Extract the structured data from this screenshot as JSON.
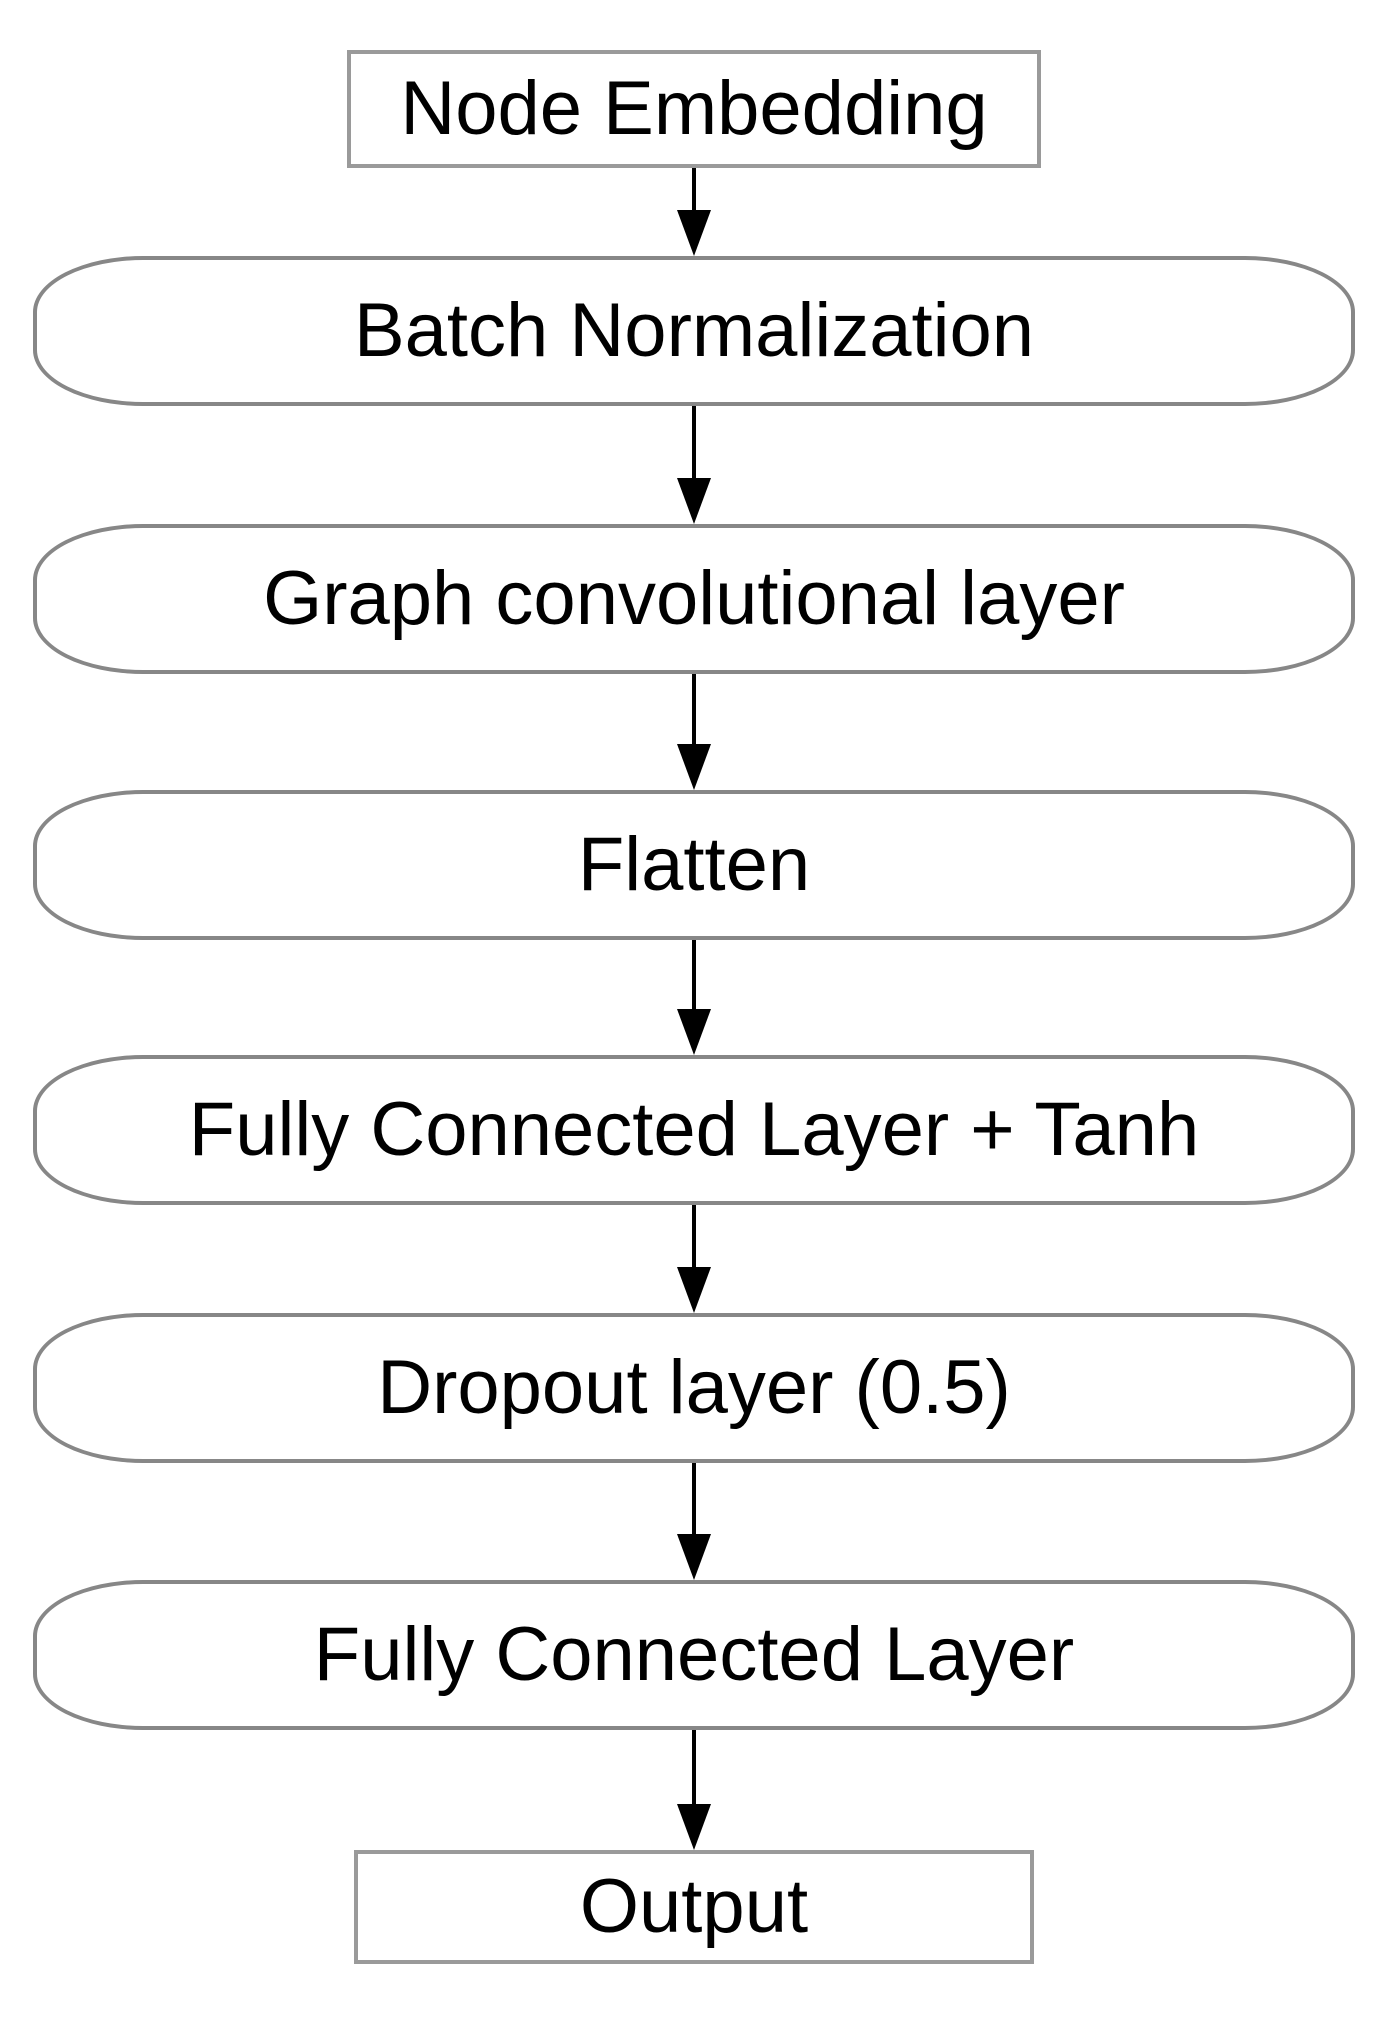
{
  "diagram": {
    "type": "flowchart",
    "direction": "top-to-bottom",
    "background": "#ffffff",
    "colors": {
      "node_fill": "#ffffff",
      "rectangle_border": "#9a9a9a",
      "stadium_border": "#878787",
      "text": "#000000",
      "arrow": "#000000"
    },
    "nodes": [
      {
        "id": "node-embedding",
        "label": "Node Embedding",
        "shape": "rectangle"
      },
      {
        "id": "batch-normalization",
        "label": "Batch Normalization",
        "shape": "rounded"
      },
      {
        "id": "graph-convolutional-layer",
        "label": "Graph convolutional layer",
        "shape": "rounded"
      },
      {
        "id": "flatten",
        "label": "Flatten",
        "shape": "rounded"
      },
      {
        "id": "fully-connected-layer-tanh",
        "label": "Fully Connected Layer + Tanh",
        "shape": "rounded"
      },
      {
        "id": "dropout-layer",
        "label": "Dropout layer (0.5)",
        "shape": "rounded"
      },
      {
        "id": "fully-connected-layer",
        "label": "Fully Connected Layer",
        "shape": "rounded"
      },
      {
        "id": "output",
        "label": "Output",
        "shape": "rectangle"
      }
    ],
    "edges": [
      {
        "from": "node-embedding",
        "to": "batch-normalization"
      },
      {
        "from": "batch-normalization",
        "to": "graph-convolutional-layer"
      },
      {
        "from": "graph-convolutional-layer",
        "to": "flatten"
      },
      {
        "from": "flatten",
        "to": "fully-connected-layer-tanh"
      },
      {
        "from": "fully-connected-layer-tanh",
        "to": "dropout-layer"
      },
      {
        "from": "dropout-layer",
        "to": "fully-connected-layer"
      },
      {
        "from": "fully-connected-layer",
        "to": "output"
      }
    ]
  }
}
